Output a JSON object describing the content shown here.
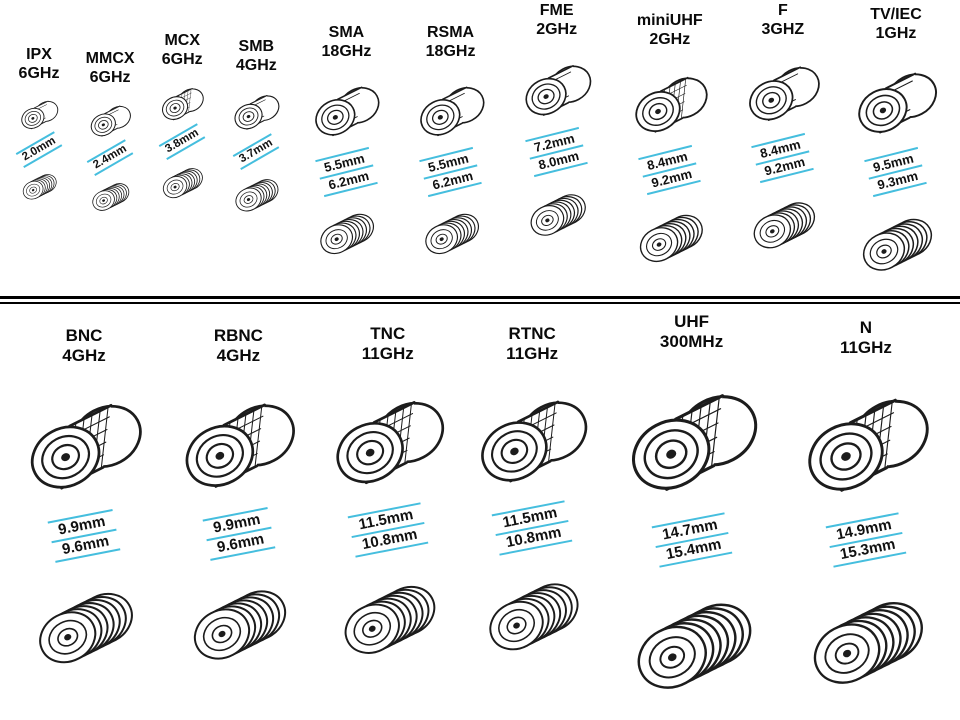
{
  "meta": {
    "accent_color": "#45bede",
    "ink_color": "#1c1c1c",
    "background_color": "#ffffff"
  },
  "rows": [
    {
      "connectors": [
        {
          "name": "IPX",
          "freq": "6GHz",
          "dims": [
            "2.0mm"
          ]
        },
        {
          "name": "MMCX",
          "freq": "6GHz",
          "dims": [
            "2.4mm"
          ]
        },
        {
          "name": "MCX",
          "freq": "6GHz",
          "dims": [
            "3.8mm"
          ]
        },
        {
          "name": "SMB",
          "freq": "4GHz",
          "dims": [
            "3.7mm"
          ]
        },
        {
          "name": "SMA",
          "freq": "18GHz",
          "dims": [
            "5.5mm",
            "6.2mm"
          ]
        },
        {
          "name": "RSMA",
          "freq": "18GHz",
          "dims": [
            "5.5mm",
            "6.2mm"
          ]
        },
        {
          "name": "FME",
          "freq": "2GHz",
          "dims": [
            "7.2mm",
            "8.0mm"
          ]
        },
        {
          "name": "miniUHF",
          "freq": "2GHz",
          "dims": [
            "8.4mm",
            "9.2mm"
          ]
        },
        {
          "name": "F",
          "freq": "3GHZ",
          "dims": [
            "8.4mm",
            "9.2mm"
          ]
        },
        {
          "name": "TV/IEC",
          "freq": "1GHz",
          "dims": [
            "9.5mm",
            "9.3mm"
          ]
        }
      ]
    },
    {
      "connectors": [
        {
          "name": "BNC",
          "freq": "4GHz",
          "dims": [
            "9.9mm",
            "9.6mm"
          ]
        },
        {
          "name": "RBNC",
          "freq": "4GHz",
          "dims": [
            "9.9mm",
            "9.6mm"
          ]
        },
        {
          "name": "TNC",
          "freq": "11GHz",
          "dims": [
            "11.5mm",
            "10.8mm"
          ]
        },
        {
          "name": "RTNC",
          "freq": "11GHz",
          "dims": [
            "11.5mm",
            "10.8mm"
          ]
        },
        {
          "name": "UHF",
          "freq": "300MHz",
          "dims": [
            "14.7mm",
            "15.4mm"
          ]
        },
        {
          "name": "N",
          "freq": "11GHz",
          "dims": [
            "14.9mm",
            "15.3mm"
          ]
        }
      ]
    }
  ]
}
